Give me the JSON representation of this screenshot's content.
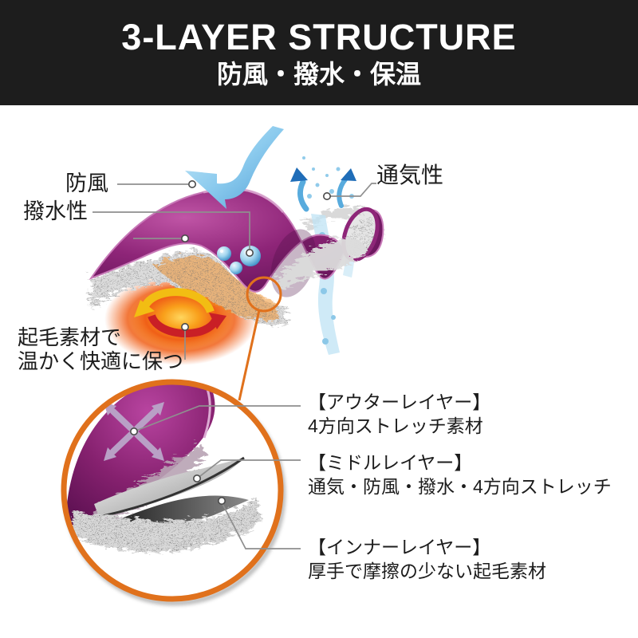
{
  "header": {
    "title": "3-LAYER STRUCTURE",
    "subtitle": "防風・撥水・保温"
  },
  "diagram": {
    "labels": {
      "windproof": "防風",
      "water_repellency": "撥水性",
      "breathability": "通気性",
      "warmth_note_line1": "起毛素材で",
      "warmth_note_line2": "温かく快適に保つ"
    },
    "icons": {
      "wind_arrow": "wind-deflect-arrow-icon",
      "airflow": "breathability-arrows-icon",
      "droplets": "water-droplets-icon",
      "heat": "heat-circulation-arrows-icon",
      "stretch": "four-way-stretch-cross-icon",
      "magnifier": "magnifier-circle-icon"
    },
    "colors": {
      "header_bg": "#1d1d1d",
      "text_black": "#1c1c1c",
      "fabric_purple": "#8e2578",
      "fabric_highlight": "#c055a6",
      "wind_blue": "#7cc4ea",
      "deep_blue": "#1f6db8",
      "fur_gray": "#d9d9d9",
      "glow_orange": "#f05f17",
      "arrow_yellow": "#f2bd13",
      "arrow_red": "#c91f26",
      "accent_orange": "#e0711c",
      "leader_gray": "#8f8f8f"
    }
  },
  "layer_callouts": [
    {
      "heading": "【アウターレイヤー】",
      "description": "4方向ストレッチ素材"
    },
    {
      "heading": "【ミドルレイヤー】",
      "description": "通気・防風・撥水・4方向ストレッチ"
    },
    {
      "heading": "【インナーレイヤー】",
      "description": "厚手で摩擦の少ない起毛素材"
    }
  ]
}
